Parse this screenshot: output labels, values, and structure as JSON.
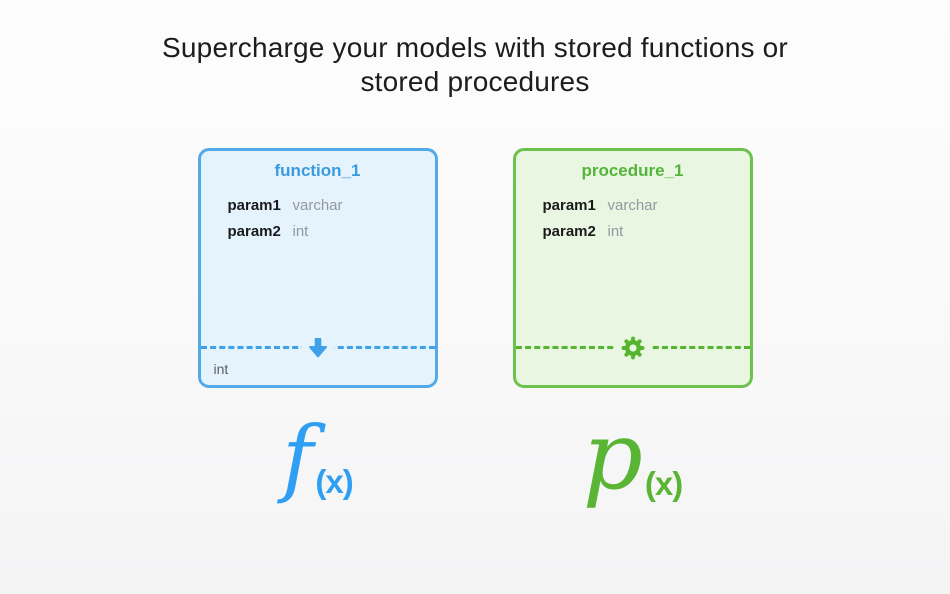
{
  "title": {
    "line1": "Supercharge your models with stored functions or",
    "line2": "stored procedures"
  },
  "cards": [
    {
      "name": "function_1",
      "theme": "blue",
      "params": [
        {
          "name": "param1",
          "type": "varchar"
        },
        {
          "name": "param2",
          "type": "int"
        }
      ],
      "divider_icon": "arrow-down-icon",
      "return_type": "int"
    },
    {
      "name": "procedure_1",
      "theme": "green",
      "params": [
        {
          "name": "param1",
          "type": "varchar"
        },
        {
          "name": "param2",
          "type": "int"
        }
      ],
      "divider_icon": "gear-icon",
      "return_type": ""
    }
  ],
  "symbols": [
    {
      "letter": "f",
      "sub": "(x)",
      "meaning": "function"
    },
    {
      "letter": "p",
      "sub": "(x)",
      "meaning": "procedure"
    }
  ],
  "colors": {
    "blue_border": "#54a9e8",
    "blue_background": "#e4f3fc",
    "blue_header": "#3a9cdf",
    "blue_accent": "#3fa2e9",
    "blue_symbol": "#2e9ff3",
    "green_border": "#6dc24e",
    "green_background": "#e9f7e2",
    "green_header": "#54b53a",
    "green_accent": "#55b52f",
    "green_symbol": "#5bb534",
    "param_name": "#1b1b1d",
    "param_type": "#9298a1",
    "title_text": "#1c1c1e"
  }
}
